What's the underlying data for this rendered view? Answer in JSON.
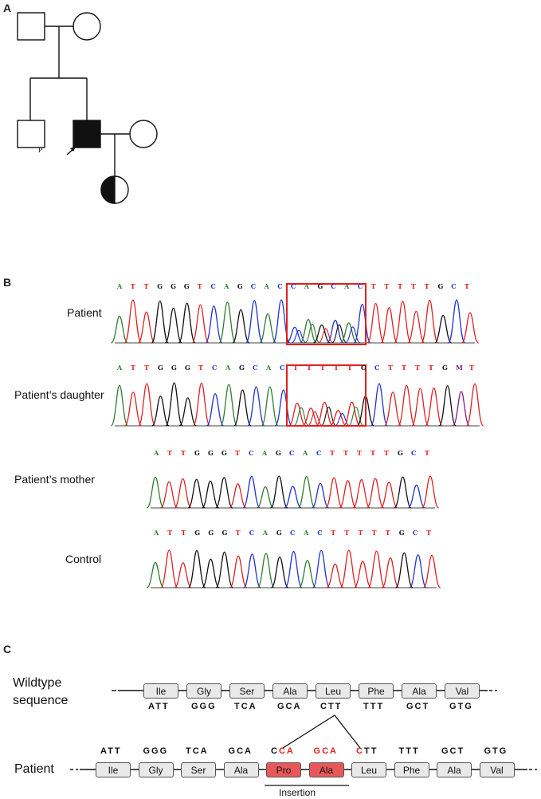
{
  "panels": {
    "a": "A",
    "b": "B",
    "c": "C"
  },
  "pedigree": {
    "proband_marker": "P"
  },
  "colors": {
    "A": "#2e7d2e",
    "C": "#2233cc",
    "G": "#111111",
    "T": "#dd2222",
    "M": "#8b1a8b",
    "highlight": "#dd2222",
    "insertion": "#e8585a"
  },
  "traces": [
    {
      "label": "Patient",
      "sequence": "ATTGGGTCAGCACCAGCACTTTTTGCT",
      "boxed": [
        13,
        18
      ]
    },
    {
      "label": "Patient’s daughter",
      "sequence": "ATTGGGTCAGCACTTTTTGCTTTTGMT",
      "boxed": [
        13,
        18
      ]
    },
    {
      "label": "Patient’s mother",
      "sequence": "ATTGGGTCAGCACTTTTTGCT"
    },
    {
      "label": "Control",
      "sequence": "ATTGGGTCAGCACTTTTTGCT"
    }
  ],
  "wildtype": {
    "label_line1": "Wildtype",
    "label_line2": "sequence",
    "amino_acids": [
      "Ile",
      "Gly",
      "Ser",
      "Ala",
      "Leu",
      "Phe",
      "Ala",
      "Val"
    ],
    "codons": [
      "ATT",
      "GGG",
      "TCA",
      "GCA",
      "CTT",
      "TTT",
      "GCT",
      "GTG"
    ]
  },
  "patient": {
    "label": "Patient",
    "amino_acids": [
      "Ile",
      "Gly",
      "Ser",
      "Ala",
      "Pro",
      "Ala",
      "Leu",
      "Phe",
      "Ala",
      "Val"
    ],
    "inserted": [
      4,
      5
    ],
    "codons": [
      "ATT",
      "GGG",
      "TCA",
      "GCA",
      "CCA",
      "GCA",
      "CTT",
      "TTT",
      "GCT",
      "GTG"
    ],
    "insertion_label": "Insertion"
  }
}
